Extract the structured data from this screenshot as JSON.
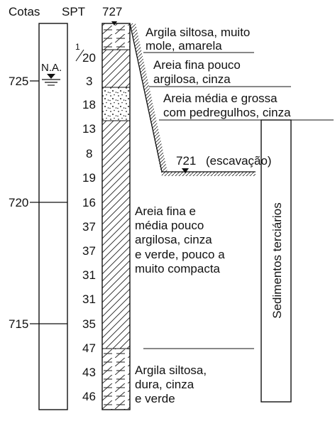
{
  "header": {
    "elevation_label": "Cotas",
    "spt_label": "SPT",
    "top_elevation": "727"
  },
  "water_level": {
    "label": "N.A."
  },
  "elevation_ticks": [
    {
      "label": "725",
      "value": 725
    },
    {
      "label": "720",
      "value": 720
    },
    {
      "label": "715",
      "value": 715
    }
  ],
  "spt_values": [
    "20",
    "3",
    "18",
    "13",
    "8",
    "19",
    "16",
    "37",
    "37",
    "31",
    "31",
    "35",
    "47",
    "43",
    "46"
  ],
  "spt_first_fraction": {
    "numerator": "1",
    "denominator": "20"
  },
  "layers": [
    {
      "id": "clay1",
      "description": [
        "Argila siltosa, muito",
        "mole, amarela"
      ],
      "pattern": "dash-hatch"
    },
    {
      "id": "sand1",
      "description": [
        "Areia fina pouco",
        "argilosa, cinza"
      ],
      "pattern": "hatch"
    },
    {
      "id": "sand2",
      "description": [
        "Areia média e grossa",
        "com pedregulhos, cinza"
      ],
      "pattern": "dots"
    },
    {
      "id": "sand3",
      "description": [
        "Areia fina e",
        "média pouco",
        "argilosa, cinza",
        "e verde, pouco a",
        "muito compacta"
      ],
      "pattern": "hatch"
    },
    {
      "id": "clay2",
      "description": [
        "Argila siltosa,",
        "dura, cinza",
        "e verde"
      ],
      "pattern": "dash-hatch"
    }
  ],
  "excavation": {
    "elevation": "721",
    "label": "(escavação)"
  },
  "formation": {
    "label": "Sedimentos terciários"
  }
}
